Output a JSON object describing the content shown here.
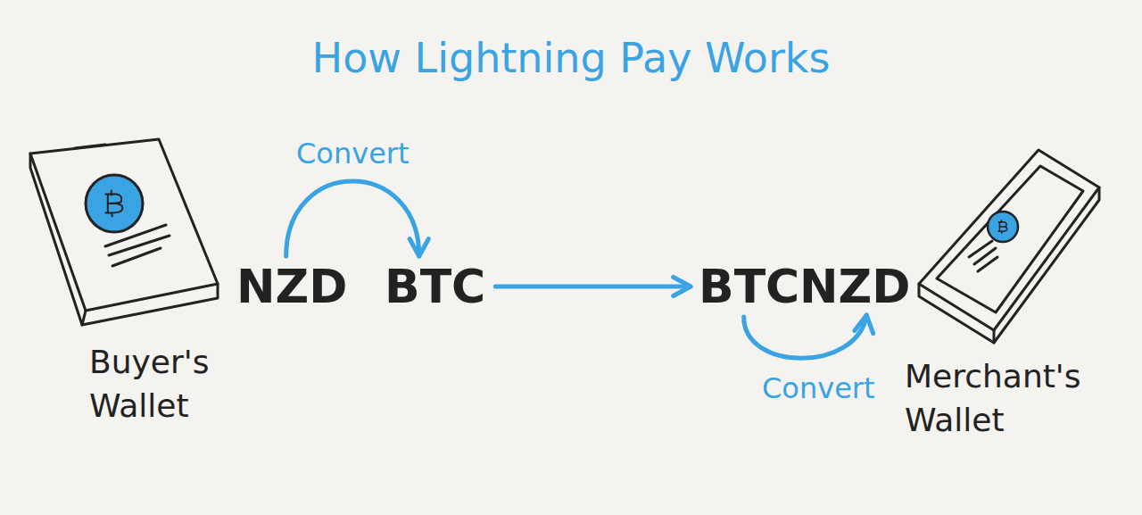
{
  "diagram": {
    "title": "How Lightning Pay Works",
    "nodes": [
      {
        "text": [
          "Buyer's Wallet"
        ]
      },
      {
        "text": [
          "NZD"
        ]
      },
      {
        "text": [
          "BTC"
        ]
      },
      {
        "text": [
          "BTC"
        ]
      },
      {
        "text": [
          "NZD"
        ]
      },
      {
        "text": [
          "Merchant's Wallet"
        ]
      }
    ],
    "edges": [
      {
        "from": 1,
        "to": 2,
        "label": "Convert",
        "arrow": "to"
      },
      {
        "from": 2,
        "to": 3,
        "arrow": "to"
      },
      {
        "from": 3,
        "to": 4,
        "label": "Convert",
        "arrow": "to"
      }
    ]
  }
}
